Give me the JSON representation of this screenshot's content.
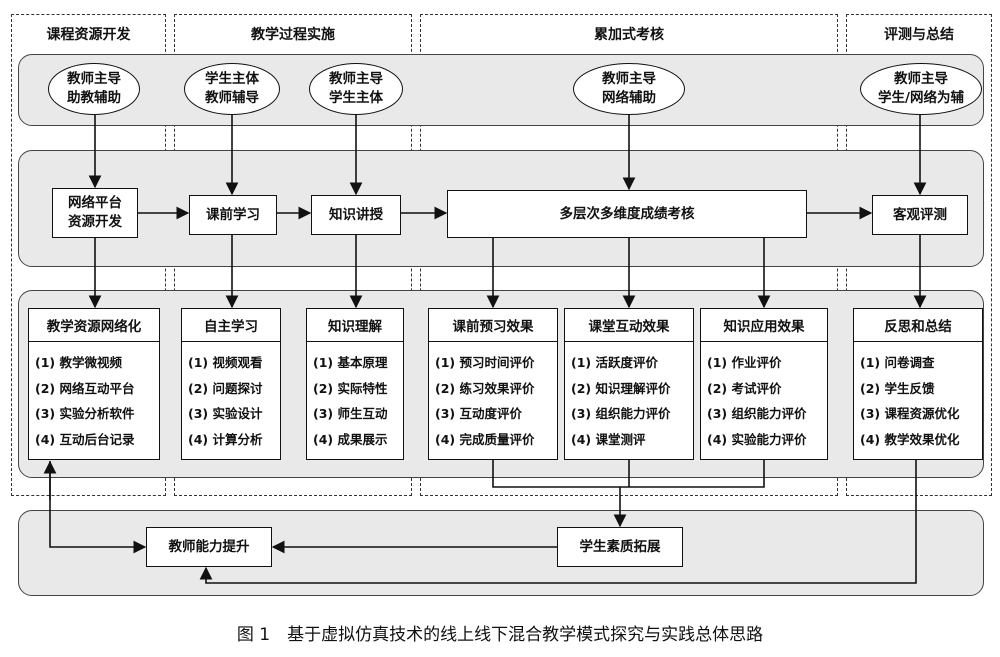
{
  "phases": [
    "课程资源开发",
    "教学过程实施",
    "累加式考核",
    "评测与总结"
  ],
  "roles": {
    "r1": [
      "教师主导",
      "助教辅助"
    ],
    "r2": [
      "学生主体",
      "教师辅导"
    ],
    "r3": [
      "教师主导",
      "学生主体"
    ],
    "r4": [
      "教师主导",
      "网络辅助"
    ],
    "r5": [
      "教师主导",
      "学生/网络为辅"
    ]
  },
  "process": {
    "p1": [
      "网络平台",
      "资源开发"
    ],
    "p2": "课前学习",
    "p3": "知识讲授",
    "p4": "多层次多维度成绩考核",
    "p5": "客观评测"
  },
  "cards": [
    {
      "title": "教学资源网络化",
      "items": [
        "(1) 教学微视频",
        "(2) 网络互动平台",
        "(3) 实验分析软件",
        "(4) 互动后台记录"
      ]
    },
    {
      "title": "自主学习",
      "items": [
        "(1) 视频观看",
        "(2) 问题探讨",
        "(3) 实验设计",
        "(4) 计算分析"
      ]
    },
    {
      "title": "知识理解",
      "items": [
        "(1) 基本原理",
        "(2) 实际特性",
        "(3) 师生互动",
        "(4) 成果展示"
      ]
    },
    {
      "title": "课前预习效果",
      "items": [
        "(1) 预习时间评价",
        "(2) 练习效果评价",
        "(3) 互动度评价",
        "(4) 完成质量评价"
      ]
    },
    {
      "title": "课堂互动效果",
      "items": [
        "(1) 活跃度评价",
        "(2) 知识理解评价",
        "(3) 组织能力评价",
        "(4) 课堂测评"
      ]
    },
    {
      "title": "知识应用效果",
      "items": [
        "(1) 作业评价",
        "(2) 考试评价",
        "(3) 组织能力评价",
        "(4) 实验能力评价"
      ]
    },
    {
      "title": "反思和总结",
      "items": [
        "(1) 问卷调查",
        "(2) 学生反馈",
        "(3) 课程资源优化",
        "(4) 教学效果优化"
      ]
    }
  ],
  "outcomes": {
    "teacher": "教师能力提升",
    "student": "学生素质拓展"
  },
  "caption": "图 1　基于虚拟仿真技术的线上线下混合教学模式探究与实践总体思路"
}
